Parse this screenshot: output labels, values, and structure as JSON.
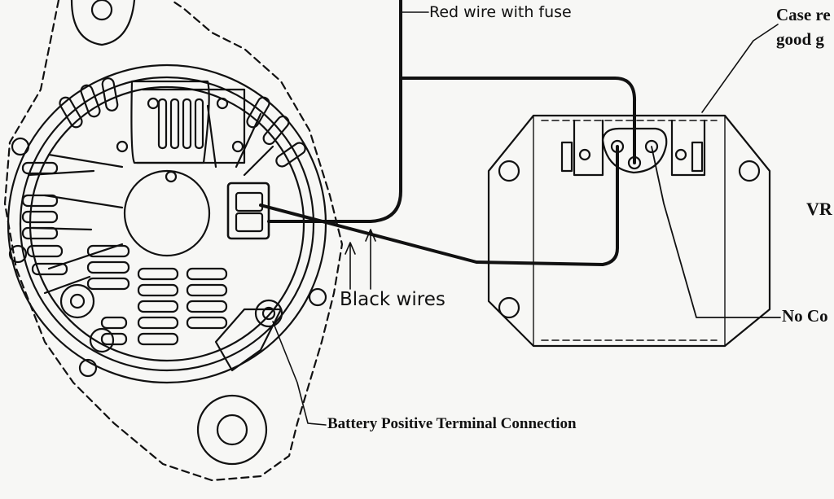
{
  "labels": {
    "red_wire": "Red wire with fuse",
    "case_line1": "Case re",
    "case_line2": "good g",
    "black_wires": "Black wires",
    "vr": "VR",
    "no_connection": "No Co",
    "battery": "Battery Positive Terminal Connection"
  },
  "colors": {
    "background": "#f7f7f5",
    "ink": "#111111"
  }
}
